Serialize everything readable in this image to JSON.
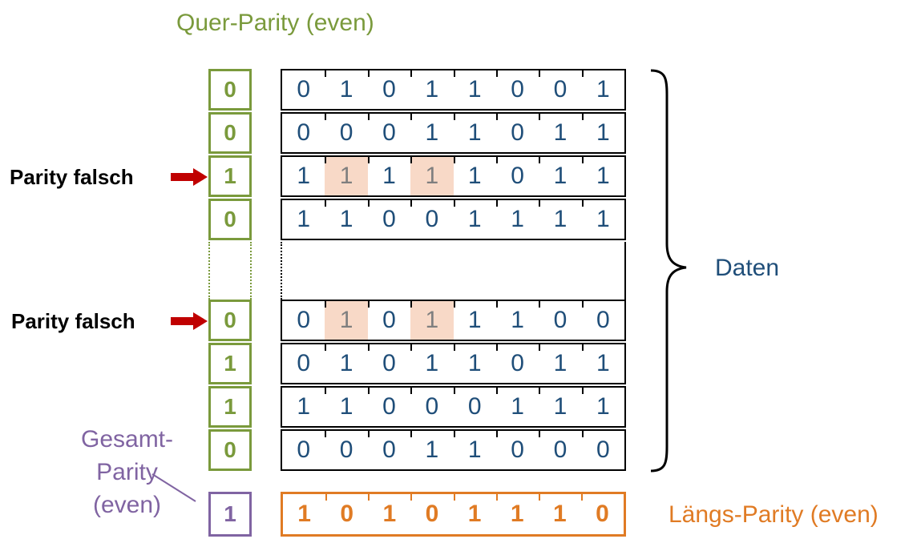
{
  "labels": {
    "quer_parity": "Quer-Parity (even)",
    "daten": "Daten",
    "laengs_parity": "Längs-Parity (even)",
    "gesamt_line1": "Gesamt-",
    "gesamt_line2": "Parity",
    "gesamt_line3": "(even)",
    "parity_falsch_1": "Parity falsch",
    "parity_falsch_2": "Parity falsch"
  },
  "quer_parity_top": [
    "0",
    "0",
    "1",
    "0"
  ],
  "quer_parity_bottom": [
    "0",
    "1",
    "1",
    "0"
  ],
  "data_top": [
    [
      "0",
      "1",
      "0",
      "1",
      "1",
      "0",
      "0",
      "1"
    ],
    [
      "0",
      "0",
      "0",
      "1",
      "1",
      "0",
      "1",
      "1"
    ],
    [
      "1",
      "1",
      "1",
      "1",
      "1",
      "0",
      "1",
      "1"
    ],
    [
      "1",
      "1",
      "0",
      "0",
      "1",
      "1",
      "1",
      "1"
    ]
  ],
  "data_bottom": [
    [
      "0",
      "1",
      "0",
      "1",
      "1",
      "1",
      "0",
      "0"
    ],
    [
      "0",
      "1",
      "0",
      "1",
      "1",
      "0",
      "1",
      "1"
    ],
    [
      "1",
      "1",
      "0",
      "0",
      "0",
      "1",
      "1",
      "1"
    ],
    [
      "0",
      "0",
      "0",
      "1",
      "1",
      "0",
      "0",
      "0"
    ]
  ],
  "laengs_parity": [
    "1",
    "0",
    "1",
    "0",
    "1",
    "1",
    "1",
    "0"
  ],
  "gesamt_parity": "1",
  "colors": {
    "quer": "#7a9a3c",
    "daten": "#1f4e79",
    "laengs": "#e07b24",
    "gesamt": "#8064a2",
    "highlight": "#f8d9c7",
    "arrow": "#c00000"
  }
}
